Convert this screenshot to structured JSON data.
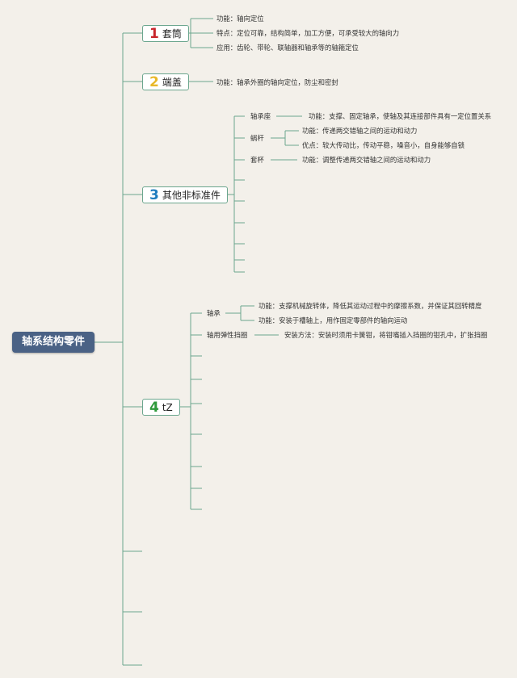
{
  "root": "轴系结构零件",
  "branches": [
    {
      "num": "1",
      "num_color": "#c8262c",
      "label": "套筒",
      "notes": [
        "功能：轴向定位",
        "特点：定位可靠，结构简单，加工方便，可承受较大的轴向力",
        "应用：齿轮、带轮、联轴器和轴承等的轴箍定位"
      ]
    },
    {
      "num": "2",
      "num_color": "#e8b82a",
      "label": "端盖",
      "notes": [
        "功能：轴承外圈的轴向定位，防尘和密封"
      ]
    },
    {
      "num": "3",
      "num_color": "#1f7dbf",
      "label": "其他非标准件",
      "subs": [
        {
          "label": "轴承座",
          "notes": [
            "功能：支撑、固定轴承，使轴及其连接部件具有一定位置关系"
          ]
        },
        {
          "label": "蜗杆",
          "notes": [
            "功能：传递两交错轴之间的运动和动力",
            "优点：较大传动比，传动平稳，噪音小，自身能够自锁"
          ]
        },
        {
          "label": "套杯",
          "notes": [
            "功能：调整传递两交错轴之间的运动和动力"
          ]
        }
      ]
    },
    {
      "num": "4",
      "num_color": "#2f9a3c",
      "label": "tZ",
      "subs": [
        {
          "label": "轴承",
          "notes": [
            "功能：支撑机械旋转体，降低其运动过程中的摩擦系数，并保证其回转精度",
            "功能：安装于槽轴上，用作固定零部件的轴向运动"
          ]
        },
        {
          "label": "轴用弹性挡圈",
          "notes": [
            "安装方法：安装时须用卡簧钳，将钳嘴插入挡圈的钳孔中，扩张挡圈"
          ]
        }
      ]
    }
  ],
  "line_color": "#6ba68e"
}
